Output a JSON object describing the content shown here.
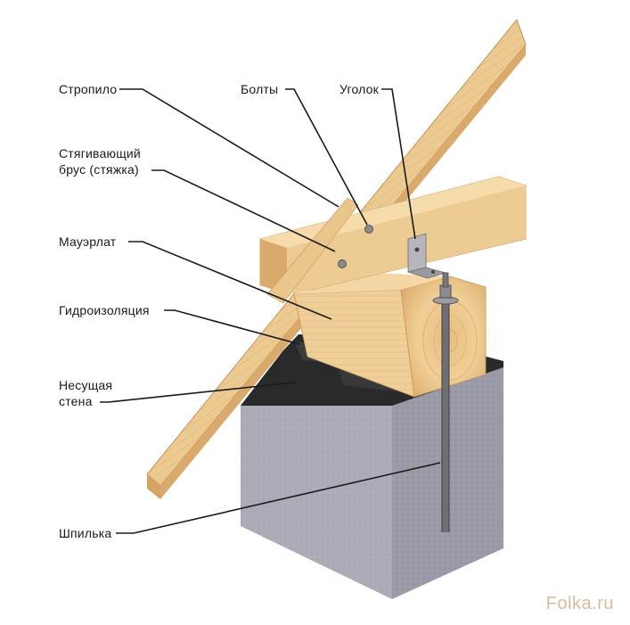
{
  "labels": {
    "rafter": "Стропило",
    "bolts": "Болты",
    "angle": "Уголок",
    "tie_line1": "Стягивающий",
    "tie_line2": "брус (стяжка)",
    "mauerlat": "Мауэрлат",
    "waterproofing": "Гидроизоляция",
    "wall_line1": "Несущая",
    "wall_line2": "стена",
    "stud": "Шпилька"
  },
  "watermark": "Folka.ru",
  "colors": {
    "wood_light": "#f1cf95",
    "wood_mid": "#e3b877",
    "wood_dark": "#c9995a",
    "block_front": "#8e8e9c",
    "block_side": "#a5a5b2",
    "block_top": "#6e6e7a",
    "membrane": "#2b2b2b",
    "leader": "#1a1a1a",
    "watermark": "#d5bda2"
  }
}
